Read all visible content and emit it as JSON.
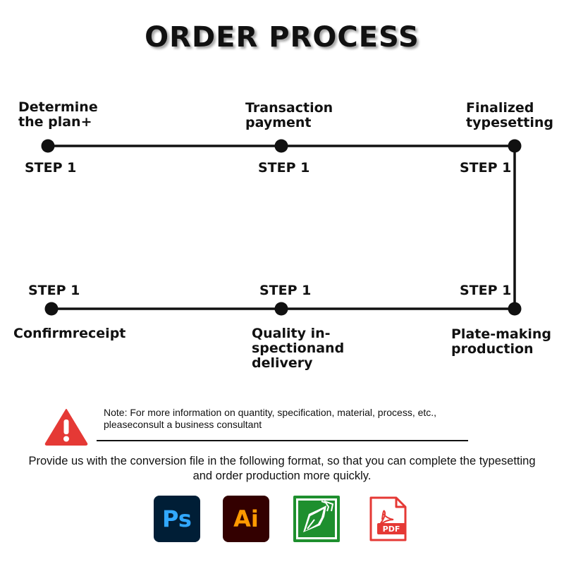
{
  "title": "ORDER PROCESS",
  "steps": {
    "top": [
      {
        "label": "Determine\nthe plan+",
        "step": "STEP 1"
      },
      {
        "label": "Transaction\npayment",
        "step": "STEP 1"
      },
      {
        "label": "Finalized\ntypesetting",
        "step": "STEP 1"
      }
    ],
    "bottom": [
      {
        "label": "Confirmreceipt",
        "step": "STEP 1"
      },
      {
        "label": "Quality in-\nspectionand\ndelivery",
        "step": "STEP 1"
      },
      {
        "label": "Plate-making\nproduction",
        "step": "STEP 1"
      }
    ]
  },
  "note": "Note: For more information on quantity, specification, material, process, etc., pleaseconsult a business consultant",
  "provide_text": "Provide us with the conversion file in the following format, so that you can complete the typesetting and order production more quickly.",
  "formats": {
    "ps": {
      "text": "Ps",
      "icon": "photoshop-icon",
      "bg": "#001e36",
      "fg": "#31a8ff"
    },
    "ai": {
      "text": "Ai",
      "icon": "illustrator-icon",
      "bg": "#330000",
      "fg": "#ff9a00"
    },
    "cdr": {
      "icon": "coreldraw-icon",
      "bg": "#1e8f2e"
    },
    "pdf": {
      "text": "PDF",
      "icon": "pdf-icon",
      "fg": "#e53935"
    }
  },
  "colors": {
    "line": "#111111",
    "warning": "#e53935"
  }
}
